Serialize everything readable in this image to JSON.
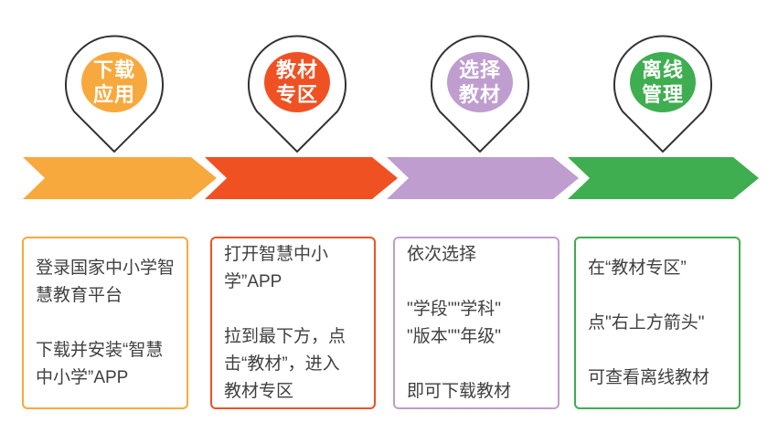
{
  "colors": {
    "pin_outline": "#333333",
    "box_text": "#404040",
    "background": "#ffffff"
  },
  "steps": [
    {
      "id": "download-app",
      "pin_label": "下载\n应用",
      "color": "#F8A93E",
      "box_text": "登录国家中小学智\n慧教育平台\n\n下载并安装“智慧\n中小学”APP"
    },
    {
      "id": "textbook-zone",
      "pin_label": "教材\n专区",
      "color": "#F05123",
      "box_text": "打开智慧中小\n学”APP\n\n拉到最下方，点\n击“教材”，进入\n教材专区"
    },
    {
      "id": "select-textbook",
      "pin_label": "选择\n教材",
      "color": "#BF9DCF",
      "box_text": "依次选择\n\n\"学段\"\"学科\"\n\"版本\"\"年级\"\n\n即可下载教材"
    },
    {
      "id": "offline-manage",
      "pin_label": "离线\n管理",
      "color": "#3EAE50",
      "box_text": "在“教材专区”\n\n点\"右上方箭头\"\n\n可查看离线教材"
    }
  ]
}
